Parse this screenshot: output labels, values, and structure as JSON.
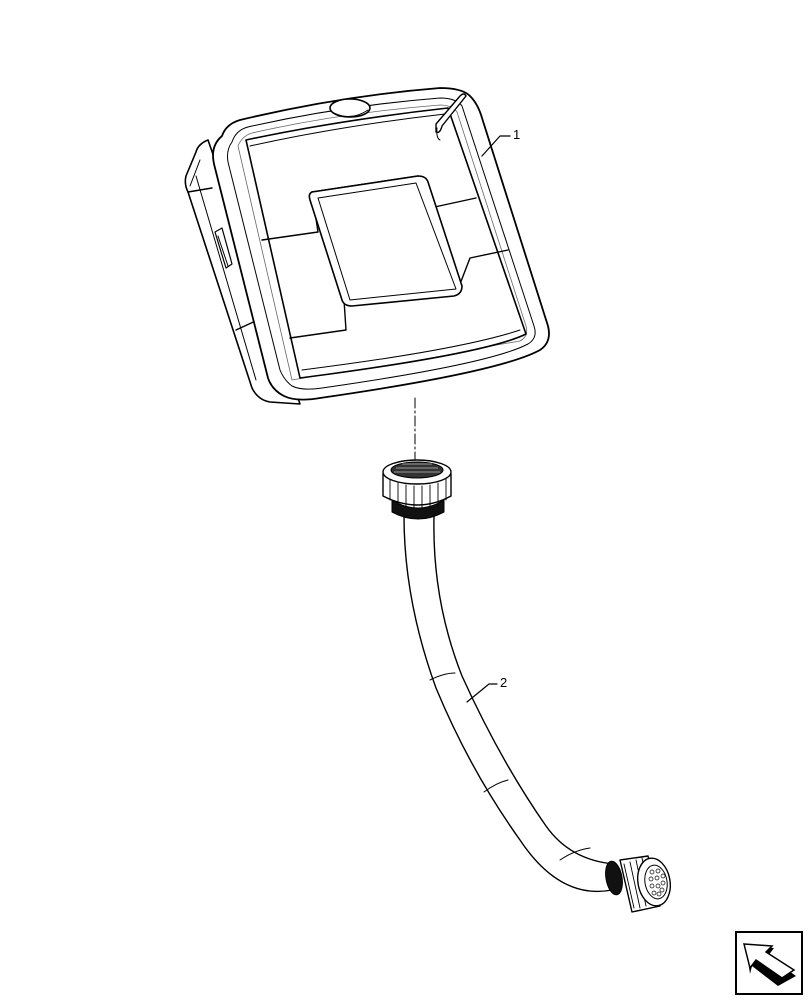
{
  "diagram": {
    "type": "exploded parts view",
    "parts": [
      {
        "callout": "1",
        "description": "display monitor (rear view with mounting recess)"
      },
      {
        "callout": "2",
        "description": "wiring harness cable with circular connectors at both ends"
      }
    ],
    "callouts": {
      "part1": "1",
      "part2": "2"
    },
    "connections": [
      {
        "from": "1",
        "to": "2",
        "style": "dash-dot center line"
      }
    ],
    "icons": {
      "navigation": "return-arrow-icon"
    }
  }
}
